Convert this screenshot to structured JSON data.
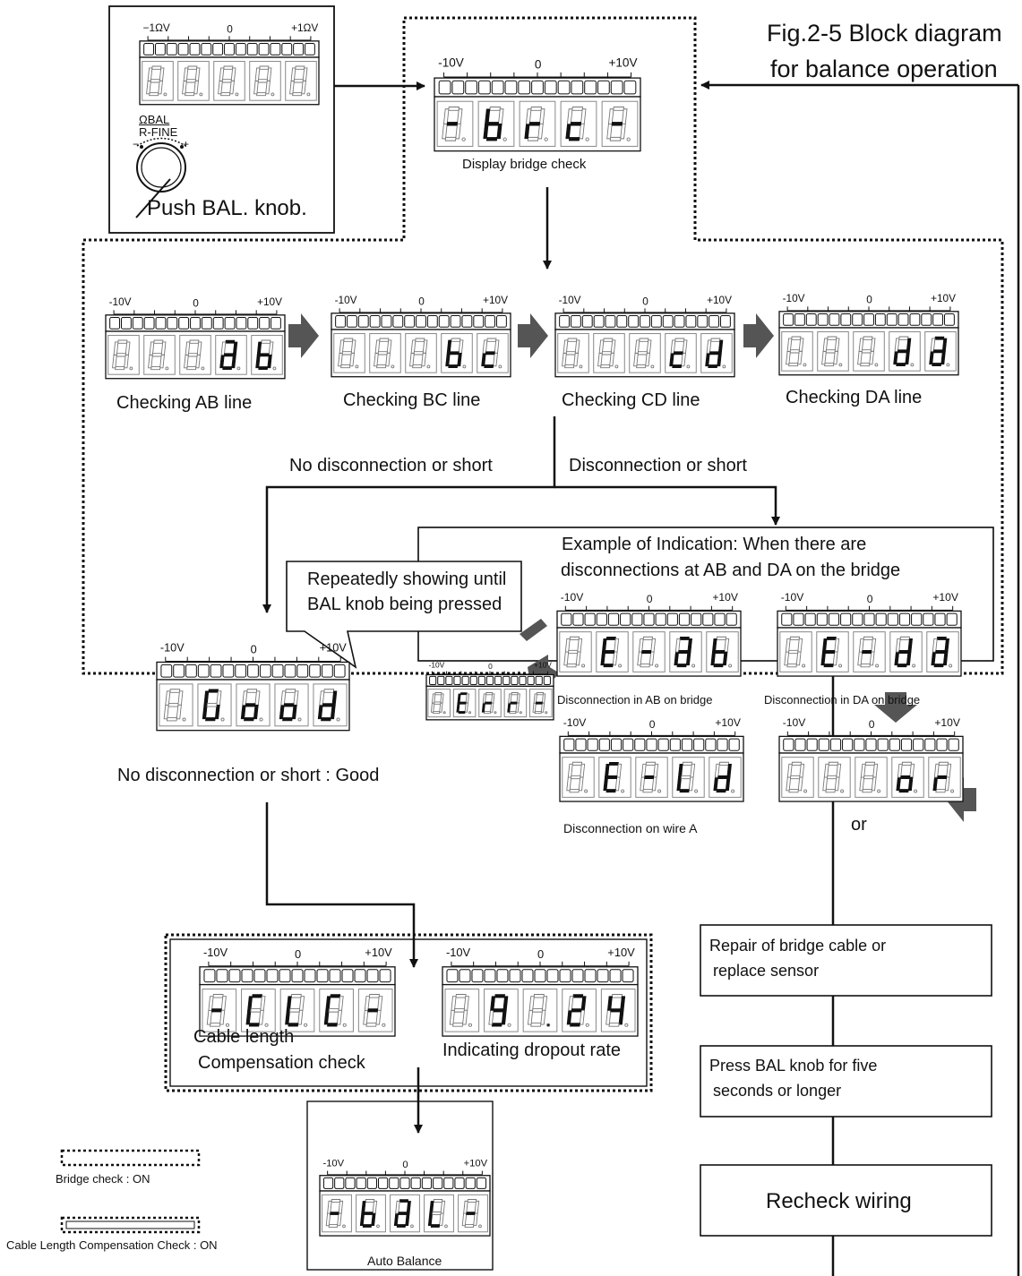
{
  "title": {
    "line1": "Fig.2-5 Block diagram",
    "line2": "for balance operation"
  },
  "scale": {
    "minus": "-10V",
    "minus_alt": "−1ΩV",
    "zero": "0",
    "plus": "+10V",
    "plus_alt": "+1ΩV"
  },
  "knob_panel": {
    "knob_label_top": "ΩBAL",
    "knob_label_bottom": "R-FINE",
    "minus": "−",
    "plus": "+",
    "caption": "Push BAL. knob."
  },
  "displays": {
    "start": "88888",
    "brc": "-brc-",
    "ab": "888ab",
    "bc": "888bc",
    "cd": "888cd",
    "da": "888da",
    "good": "8Good",
    "eab": "8E-ab",
    "eda": "8E-da",
    "err": "8Err-",
    "eld": "8E-Ld",
    "or": "888or",
    "clc": "-CLC-",
    "rate": "898.24",
    "bal": "-baL-"
  },
  "labels": {
    "display_bridge_check": "Display bridge check",
    "checking_ab": "Checking AB line",
    "checking_bc": "Checking BC line",
    "checking_cd": "Checking CD line",
    "checking_da": "Checking DA line",
    "no_disconnection_or_short": "No disconnection or short",
    "disconnection_or_short": "Disconnection or short",
    "example_line1": "Example of Indication: When there are",
    "example_line2": "disconnections at AB and DA on the bridge",
    "callout_line1": "Repeatedly showing until",
    "callout_line2": "BAL knob being pressed",
    "disc_ab": "Disconnection in AB on bridge",
    "disc_da": "Disconnection in DA on bridge",
    "disc_wire_a": "Disconnection on wire A",
    "or": "or",
    "good_caption": "No disconnection or short : Good",
    "cable_line1": "Cable length",
    "cable_line2": "Compensation  check",
    "dropout_rate": "Indicating dropout rate",
    "repair_line1": "Repair of bridge cable or",
    "repair_line2": "replace sensor",
    "press_line1": "Press BAL knob for five",
    "press_line2": "seconds or longer",
    "recheck": "Recheck wiring",
    "auto_balance": "Auto Balance",
    "legend_bridge": "Bridge check : ON",
    "legend_cable": "Cable Length Compensation Check : ON"
  }
}
